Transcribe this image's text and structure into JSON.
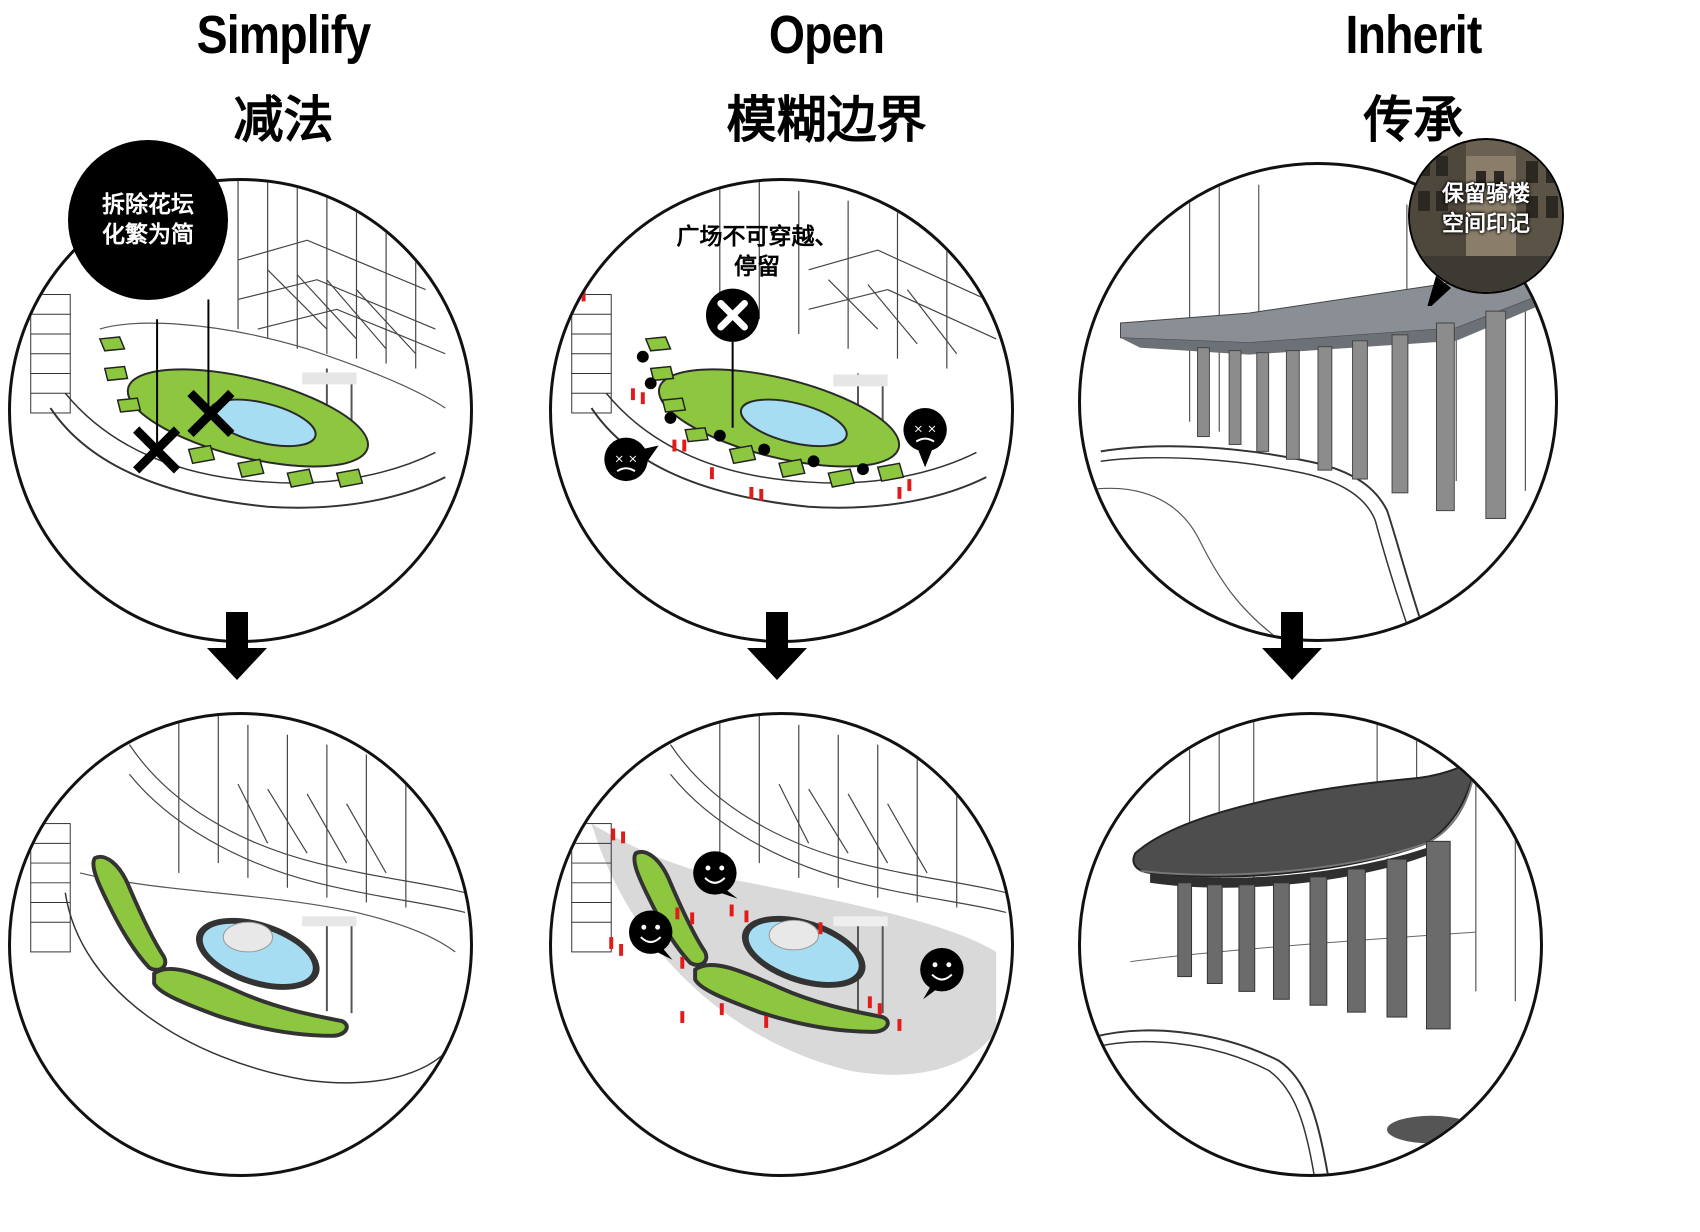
{
  "columns": [
    {
      "title_en": "Simplify",
      "title_zh": "减法",
      "note": [
        "拆除花坛",
        "化繁为简"
      ]
    },
    {
      "title_en": "Open",
      "title_zh": "模糊边界",
      "note": [
        "广场不可穿越、",
        "停留"
      ]
    },
    {
      "title_en": "Inherit",
      "title_zh": "传承",
      "note": [
        "保留骑楼",
        "空间印记"
      ]
    }
  ],
  "colors": {
    "green": "#8dc63f",
    "water": "#a7ddf2",
    "grey_fill": "#d9d9d9",
    "red_people": "#e21a1a",
    "line": "#111111"
  }
}
